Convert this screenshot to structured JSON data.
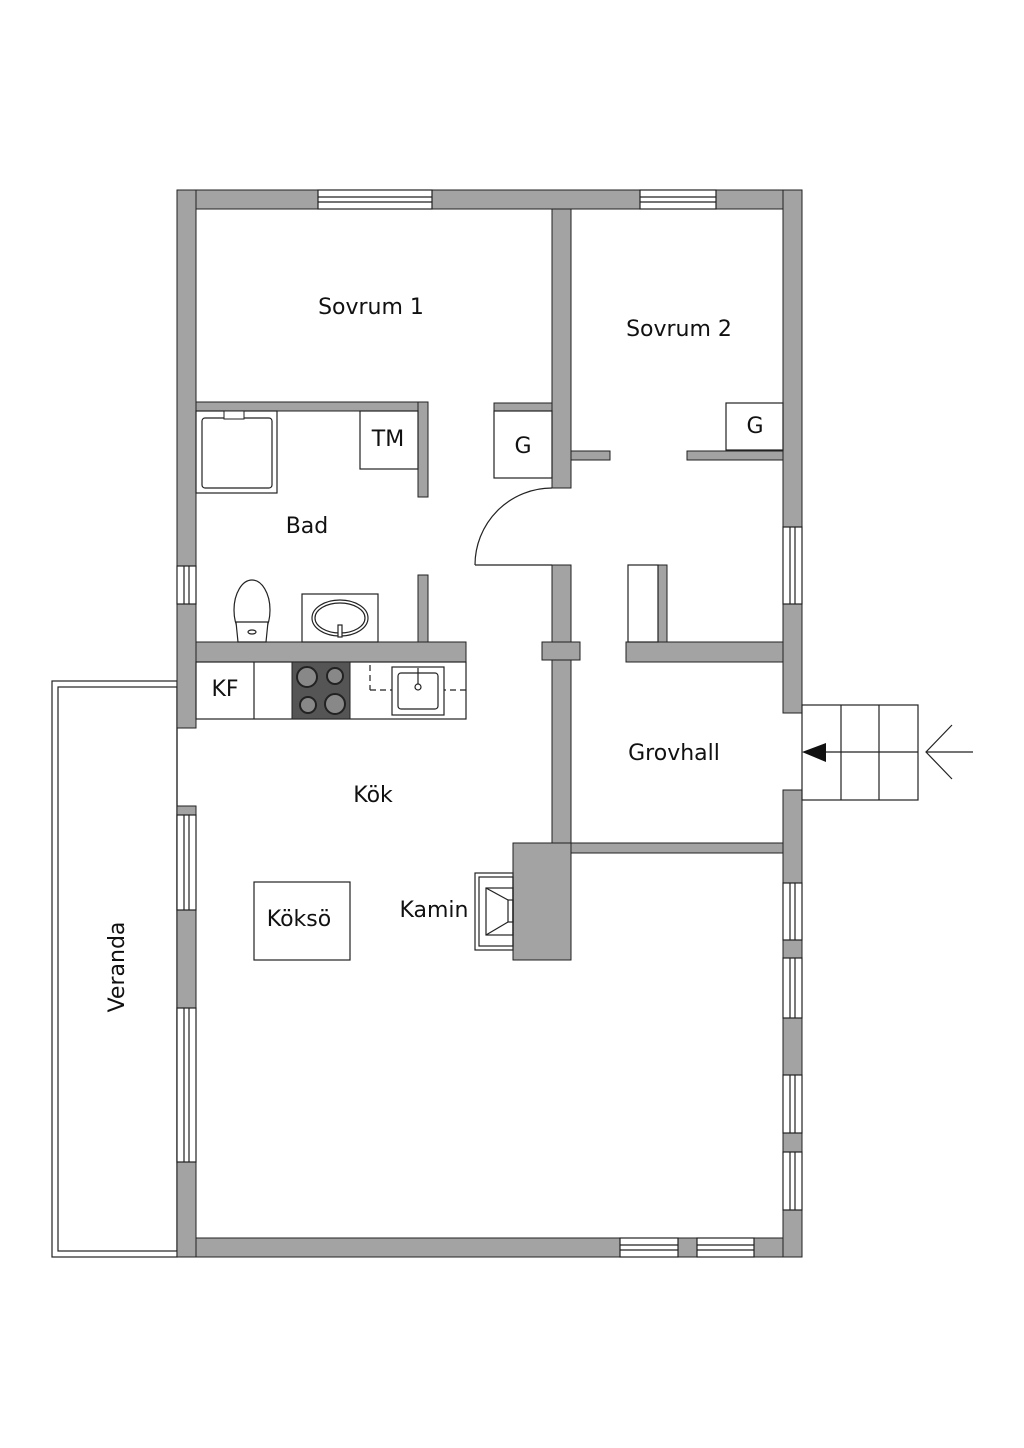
{
  "title": "Floor plan",
  "rooms": {
    "sovrum1": "Sovrum 1",
    "sovrum2": "Sovrum 2",
    "bad": "Bad",
    "kok": "Kök",
    "grovhall": "Grovhall",
    "veranda": "Veranda"
  },
  "fixtures": {
    "tm": "TM",
    "g1": "G",
    "g2": "G",
    "kf": "KF",
    "koksö": "Köksö",
    "kamin": "Kamin"
  },
  "colors": {
    "wall": "#a3a3a3",
    "stove": "#555555",
    "line": "#222222"
  }
}
